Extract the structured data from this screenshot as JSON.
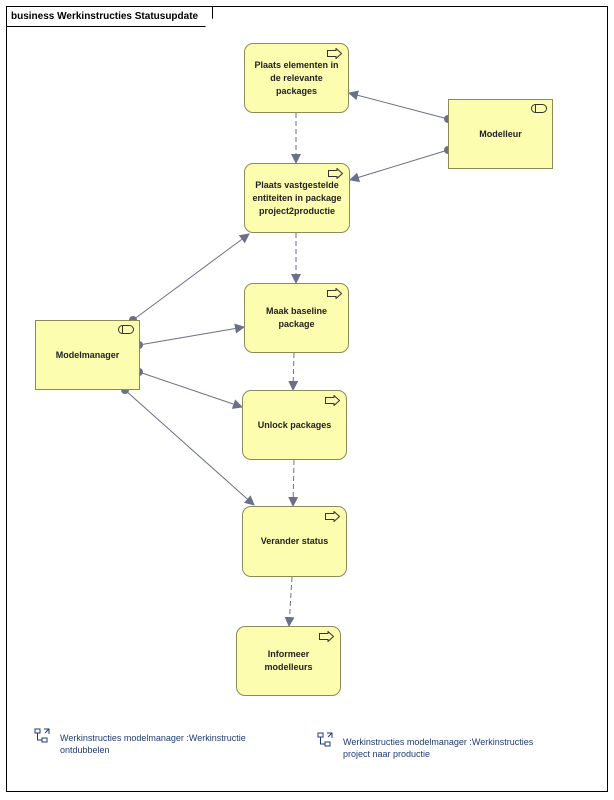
{
  "diagram": {
    "kind": "business",
    "title": "Werkinstructies Statusupdate"
  },
  "processes": [
    {
      "id": "p1",
      "label": "Plaats elementen in de relevante packages",
      "icon": "process-arrow-icon"
    },
    {
      "id": "p2",
      "label": "Plaats vastgestelde entiteiten in package project2productie",
      "icon": "process-arrow-icon"
    },
    {
      "id": "p3",
      "label": "Maak baseline package",
      "icon": "process-arrow-icon"
    },
    {
      "id": "p4",
      "label": "Unlock packages",
      "icon": "process-arrow-icon"
    },
    {
      "id": "p5",
      "label": "Verander status",
      "icon": "process-arrow-icon"
    },
    {
      "id": "p6",
      "label": "Informeer modelleurs",
      "icon": "process-arrow-icon"
    }
  ],
  "roles": [
    {
      "id": "modelleur",
      "label": "Modelleur",
      "icon": "role-icon"
    },
    {
      "id": "modelmanager",
      "label": "Modelmanager",
      "icon": "role-icon"
    }
  ],
  "links": [
    {
      "label": "Werkinstructies modelmanager :Werkinstructie ontdubbelen",
      "icon": "diagram-link-icon"
    },
    {
      "label": "Werkinstructies modelmanager :Werkinstructies project naar productie",
      "icon": "diagram-link-icon"
    }
  ],
  "colors": {
    "node_fill": "#fdfdb0",
    "node_border": "#8b8b5a",
    "connector": "#6b7089",
    "link_text": "#1f3b73"
  },
  "connections": [
    {
      "from": "p1",
      "to": "p2",
      "style": "dashed"
    },
    {
      "from": "p2",
      "to": "p3",
      "style": "dashed"
    },
    {
      "from": "p3",
      "to": "p4",
      "style": "dashed"
    },
    {
      "from": "p4",
      "to": "p5",
      "style": "dashed"
    },
    {
      "from": "p5",
      "to": "p6",
      "style": "dashed"
    },
    {
      "from": "modelleur",
      "to": "p1",
      "style": "solid"
    },
    {
      "from": "modelleur",
      "to": "p2",
      "style": "solid"
    },
    {
      "from": "modelmanager",
      "to": "p2",
      "style": "solid"
    },
    {
      "from": "modelmanager",
      "to": "p3",
      "style": "solid"
    },
    {
      "from": "modelmanager",
      "to": "p4",
      "style": "solid"
    },
    {
      "from": "modelmanager",
      "to": "p5",
      "style": "solid"
    }
  ]
}
